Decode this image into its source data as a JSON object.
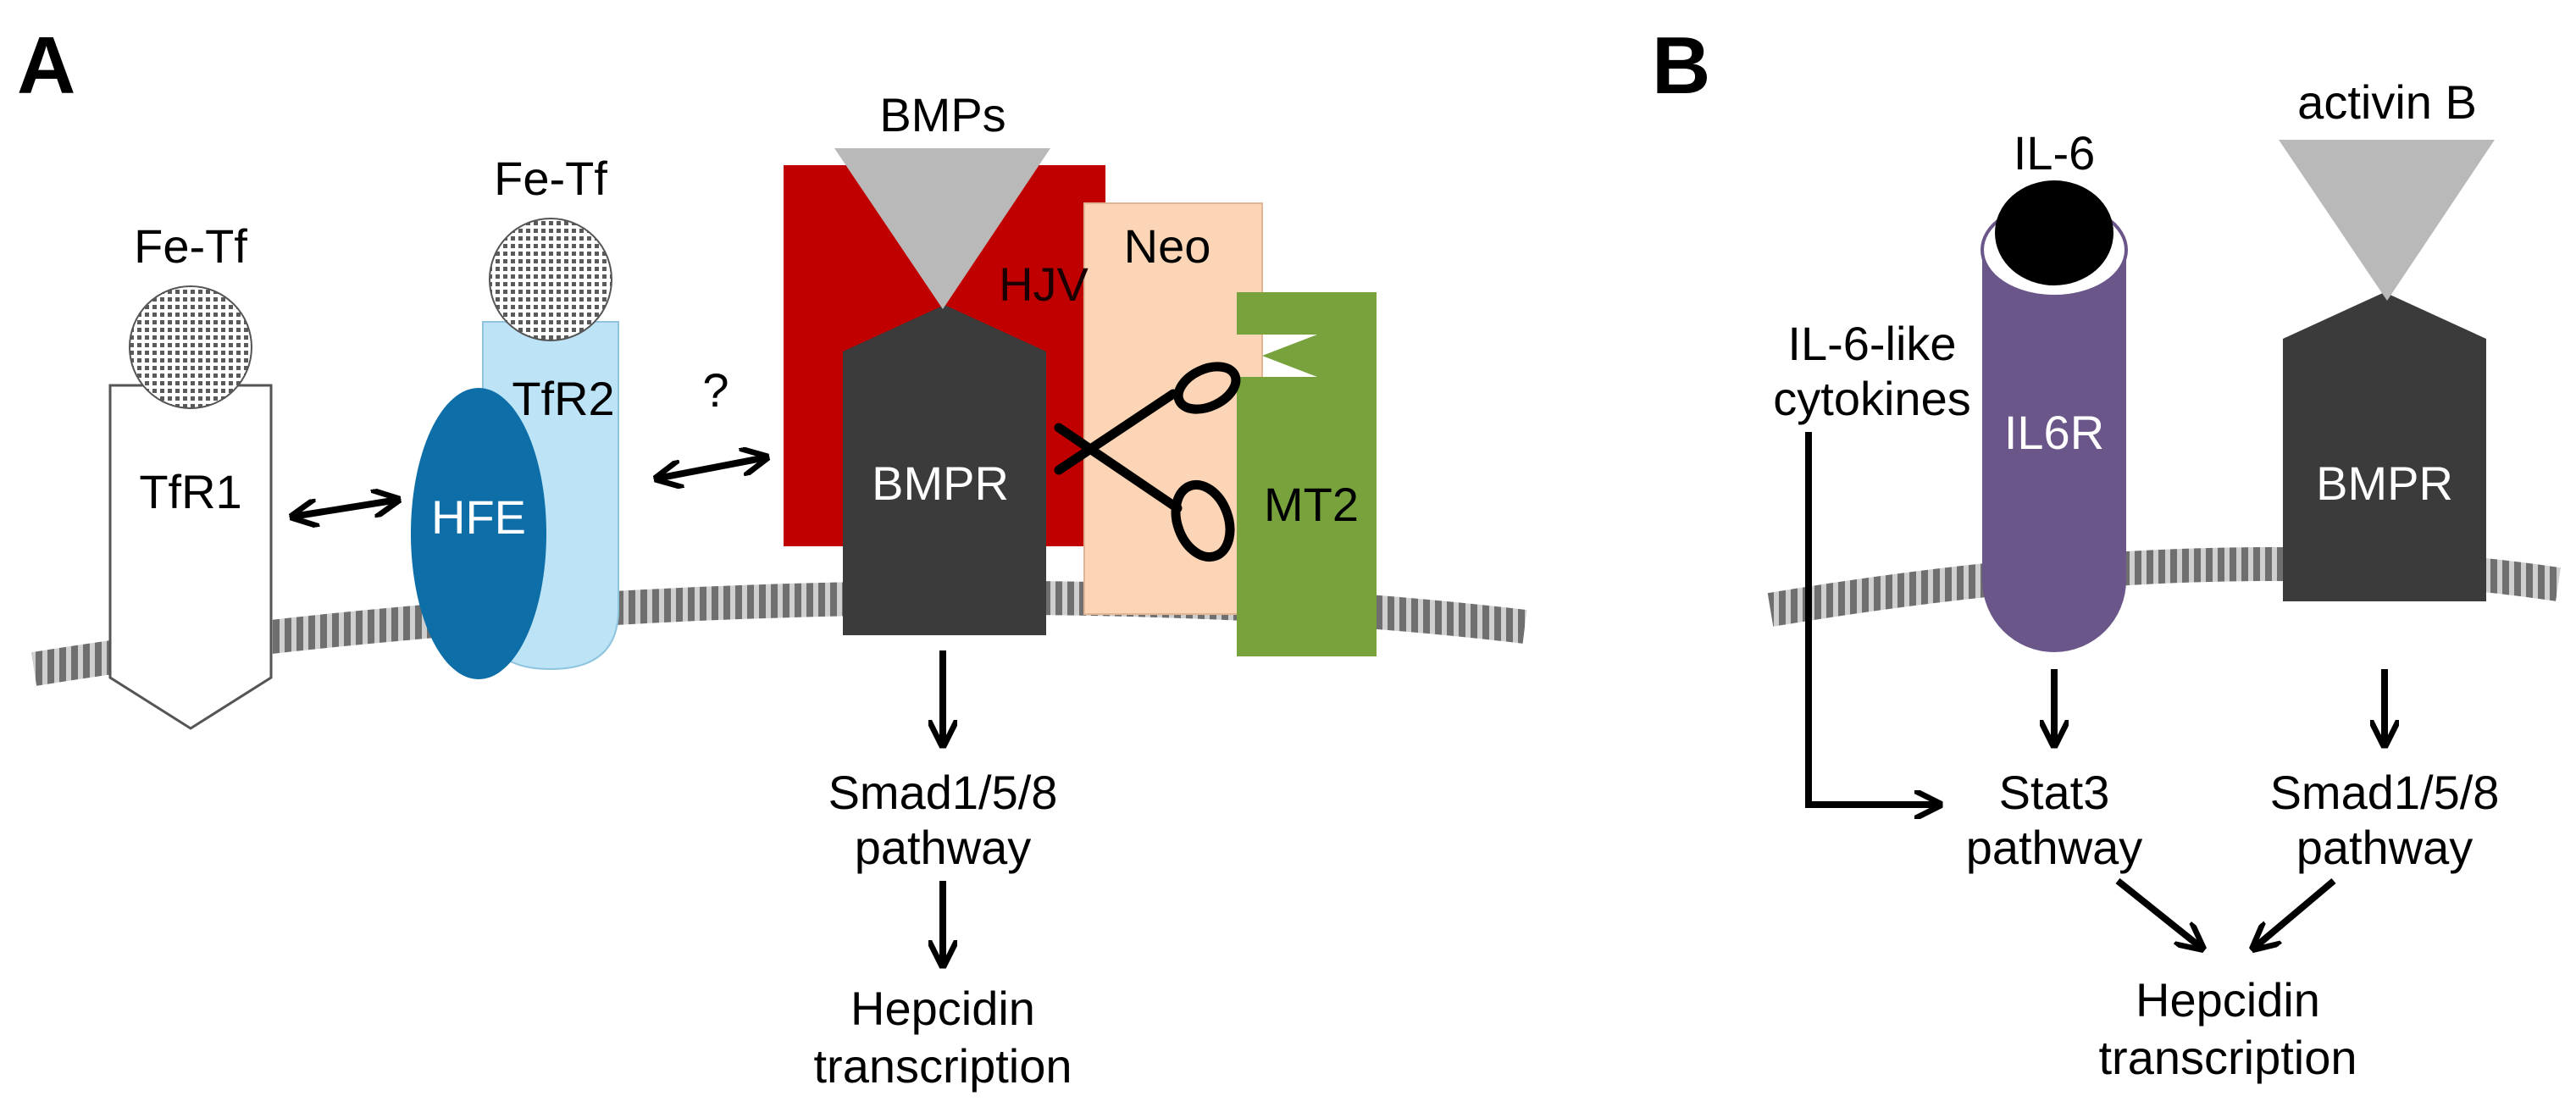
{
  "panels": {
    "a": {
      "letter": "A",
      "labels": {
        "fetf_1": "Fe-Tf",
        "fetf_2": "Fe-Tf",
        "bmps": "BMPs",
        "neo": "Neo",
        "hjv": "HJV",
        "tfr1": "TfR1",
        "tfr2": "TfR2",
        "hfe": "HFE",
        "question": "?",
        "bmpr": "BMPR",
        "mt2": "MT2",
        "smad_line1": "Smad1/5/8",
        "smad_line2": "pathway",
        "hep_line1": "Hepcidin",
        "hep_line2": "transcription"
      }
    },
    "b": {
      "letter": "B",
      "labels": {
        "il6": "IL-6",
        "activin": "activin B",
        "cyto_line1": "IL-6-like",
        "cyto_line2": "cytokines",
        "il6r": "IL6R",
        "bmpr": "BMPR",
        "stat_line1": "Stat3",
        "stat_line2": "pathway",
        "smad_line1": "Smad1/5/8",
        "smad_line2": "pathway",
        "hep_line1": "Hepcidin",
        "hep_line2": "transcription"
      }
    }
  },
  "colors": {
    "membrane": "#7d7d7d",
    "hjv_red": "#c00000",
    "neo_peach": "#fbd5b5",
    "mt2_green": "#77a23c",
    "hfe_blue": "#0d6ea8",
    "tfr2_lightblue": "#bde3f7",
    "receptor_dark": "#3b3b3b",
    "ligand_gray": "#b9b9b9",
    "il6r_purple": "#6b568a"
  }
}
